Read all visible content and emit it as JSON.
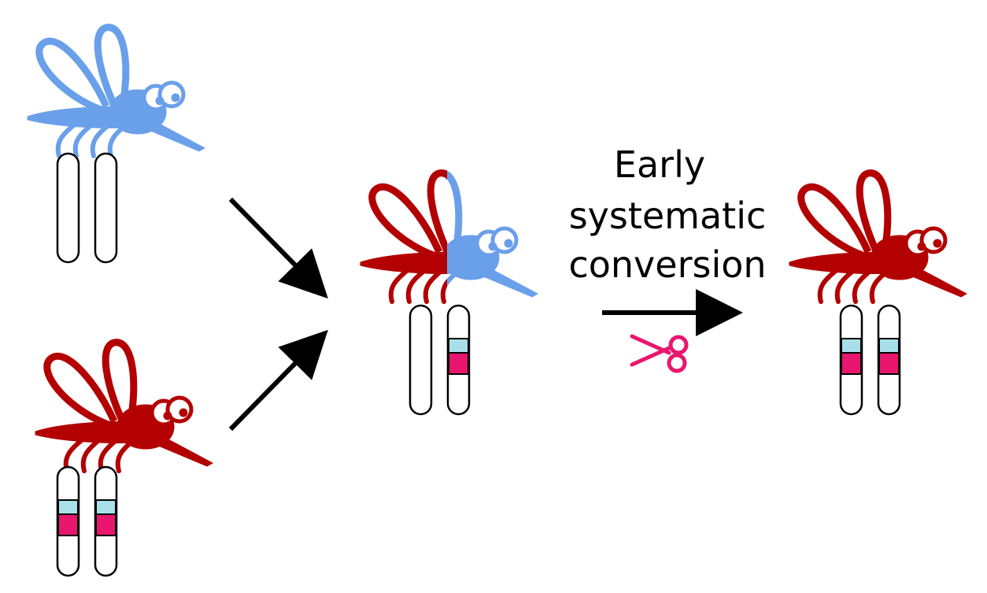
{
  "colors": {
    "wild": "#6a9fea",
    "drive": "#b30000",
    "cyan_block": "#a8dfe8",
    "pink_block": "#e8166e",
    "scissors": "#e8166e",
    "arrow": "#000000"
  },
  "label": {
    "line1": "Early",
    "line2": "systematic",
    "line3": "conversion"
  },
  "icons": [
    "mosquito-icon",
    "chromosome-icon",
    "arrow-icon",
    "scissors-icon"
  ]
}
